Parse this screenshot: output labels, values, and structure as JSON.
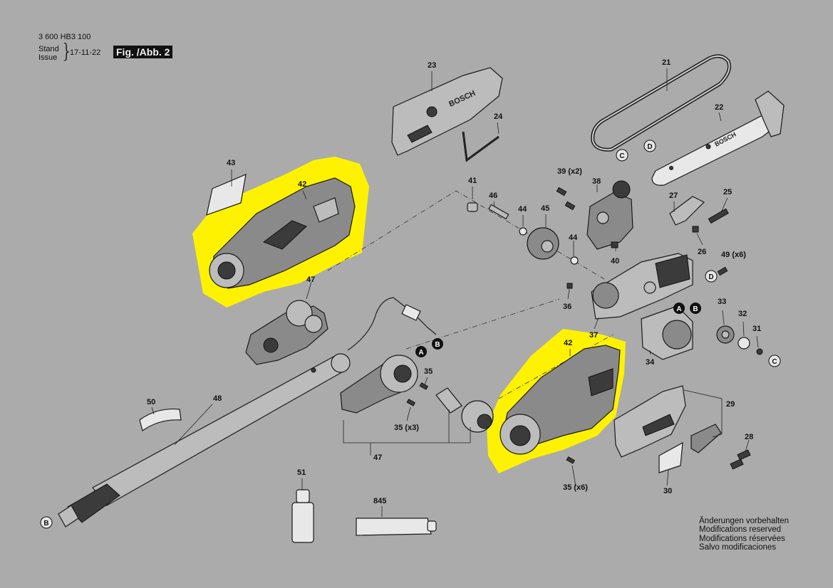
{
  "header": {
    "doc_number": "3 600 HB3 100",
    "stand_issue": [
      "Stand",
      "Issue"
    ],
    "issue_date": "17-11-22",
    "fig_label": "Fig. /Abb. 2"
  },
  "colors": {
    "background": "#ababab",
    "highlight": "#fff200",
    "ink": "#111111"
  },
  "callouts": {
    "c21": "21",
    "c22": "22",
    "c23": "23",
    "c24": "24",
    "c25": "25",
    "c26": "26",
    "c27": "27",
    "c28": "28",
    "c29": "29",
    "c30": "30",
    "c31": "31",
    "c32": "32",
    "c33": "33",
    "c34": "34",
    "c35a": "35",
    "c35b": "35 (x3)",
    "c35c": "35 (x6)",
    "c36": "36",
    "c37": "37",
    "c38": "38",
    "c39": "39 (x2)",
    "c40": "40",
    "c41": "41",
    "c42a": "42",
    "c42b": "42",
    "c43": "43",
    "c44a": "44",
    "c44b": "44",
    "c45": "45",
    "c46": "46",
    "c47a": "47",
    "c47b": "47",
    "c48": "48",
    "c49": "49 (x6)",
    "c50": "50",
    "c51": "51",
    "c845": "845"
  },
  "markers": {
    "a": "A",
    "b": "B",
    "c": "C",
    "d": "D"
  },
  "brand_text": "BOSCH",
  "notice": [
    "Änderungen vorbehalten",
    "Modifications reserved",
    "Modifications réservées",
    "Salvo modificaciones"
  ]
}
